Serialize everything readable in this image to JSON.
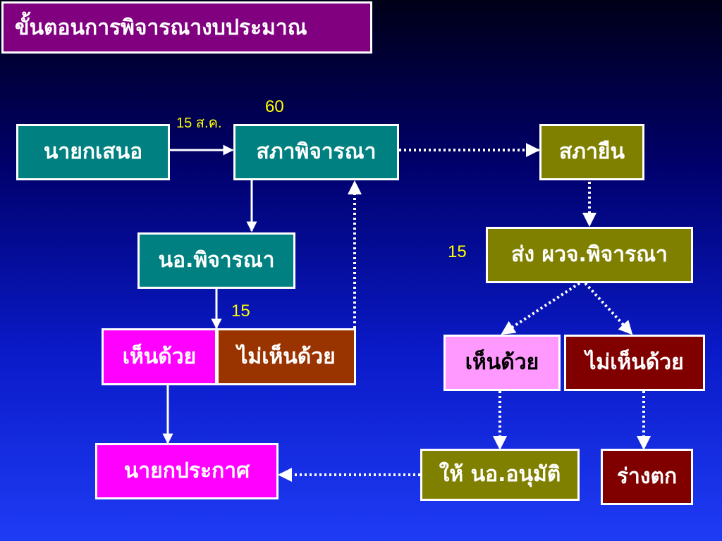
{
  "title": "ขั้นตอนการพิจารณางบประมาณ",
  "nodes": {
    "pm_propose": "นายกเสนอ",
    "house_consider": "สภาพิจารณา",
    "house_confirm": "สภายืน",
    "cabinet_consider": "นอ.พิจารณา",
    "governor_consider": "ส่ง ผวจ.พิจารณา",
    "agree_left": "เห็นด้วย",
    "disagree_left": "ไม่เห็นด้วย",
    "agree_right": "เห็นด้วย",
    "disagree_right": "ไม่เห็นด้วย",
    "pm_announce": "นายกประกาศ",
    "cabinet_approve": "ให้ นอ.อนุมัติ",
    "draft_fails": "ร่างตก"
  },
  "labels": {
    "date": "15 ส.ค.",
    "days_house": "60",
    "days_cabinet": "15",
    "days_governor": "15"
  },
  "colors": {
    "teal": "#008080",
    "olive": "#808000",
    "magenta": "#ff00ff",
    "brown": "#993300",
    "pink": "#ff99ff",
    "maroon": "#800000",
    "title_bg": "#800080",
    "label_text": "#ffff00"
  }
}
